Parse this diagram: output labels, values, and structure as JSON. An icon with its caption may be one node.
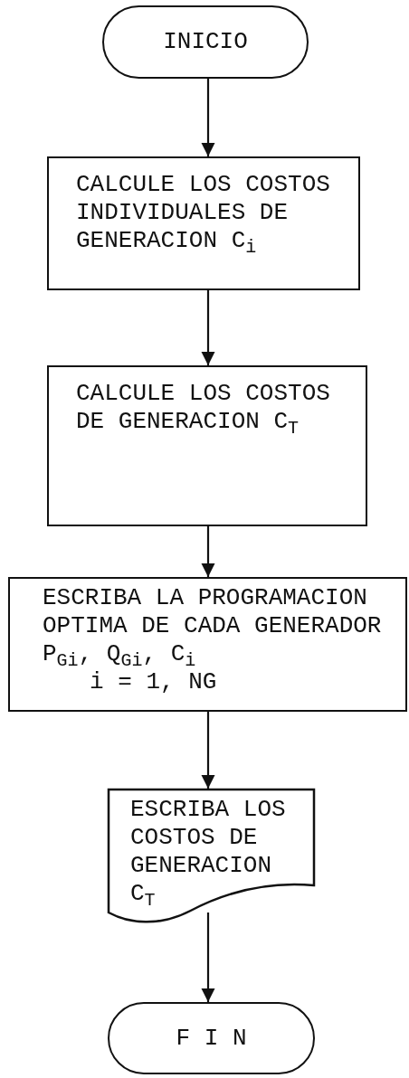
{
  "diagram": {
    "nodes": [
      {
        "text": [
          "INICIO"
        ]
      },
      {
        "text": [
          "CALCULE LOS COSTOS INDIVIDUALES DE GENERACION C$_{i}$"
        ]
      },
      {
        "text": [
          "CALCULE LOS COSTOS DE GENERACION C$_{T}$"
        ]
      },
      {
        "text": [
          "ESCRIBA LA PROGRAMACION OPTIMA DE CADA GENERADOR",
          "P$_{Gi}$, Q$_{Gi}$, C$_{i}$",
          "i = 1, NG"
        ]
      },
      {
        "text": [
          "ESCRIBA LOS COSTOS DE GENERACION C$_{T}$"
        ]
      },
      {
        "text": [
          "F I N"
        ]
      }
    ],
    "edges": [
      {
        "from": 0,
        "to": 1,
        "arrow": "to"
      },
      {
        "from": 1,
        "to": 2,
        "arrow": "to"
      },
      {
        "from": 2,
        "to": 3,
        "arrow": "to"
      },
      {
        "from": 3,
        "to": 4,
        "arrow": "to"
      },
      {
        "from": 4,
        "to": 5,
        "arrow": "to"
      }
    ]
  }
}
